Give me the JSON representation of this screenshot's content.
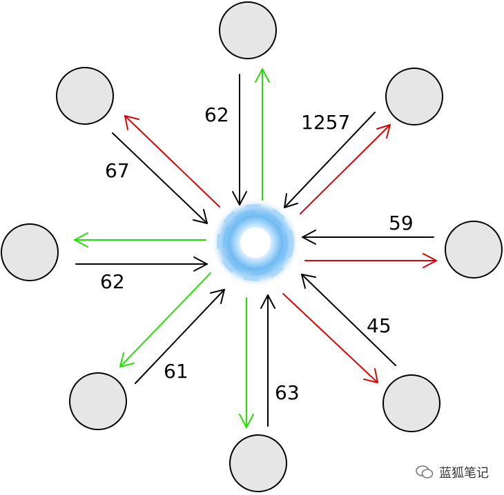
{
  "diagram": {
    "colors": {
      "inbound": "#000000",
      "outbound_green": "#22e000",
      "outbound_red": "#dd0000",
      "node_fill": "#e6e6e6",
      "node_stroke": "#000000",
      "hub_glow": "#6fbaf2"
    },
    "edges": [
      {
        "node": "top",
        "inbound_label": "62",
        "outbound_color": "green"
      },
      {
        "node": "top-right",
        "inbound_label": "1257",
        "outbound_color": "red"
      },
      {
        "node": "right",
        "inbound_label": "59",
        "outbound_color": "red"
      },
      {
        "node": "bottom-right",
        "inbound_label": "45",
        "outbound_color": "red"
      },
      {
        "node": "bottom",
        "inbound_label": "63",
        "outbound_color": "green"
      },
      {
        "node": "bottom-left",
        "inbound_label": "61",
        "outbound_color": "green"
      },
      {
        "node": "left",
        "inbound_label": "62",
        "outbound_color": "green"
      },
      {
        "node": "top-left",
        "inbound_label": "67",
        "outbound_color": "red"
      }
    ]
  },
  "watermark": {
    "text": "蓝狐笔记",
    "icon": "chat-bubble-icon"
  }
}
